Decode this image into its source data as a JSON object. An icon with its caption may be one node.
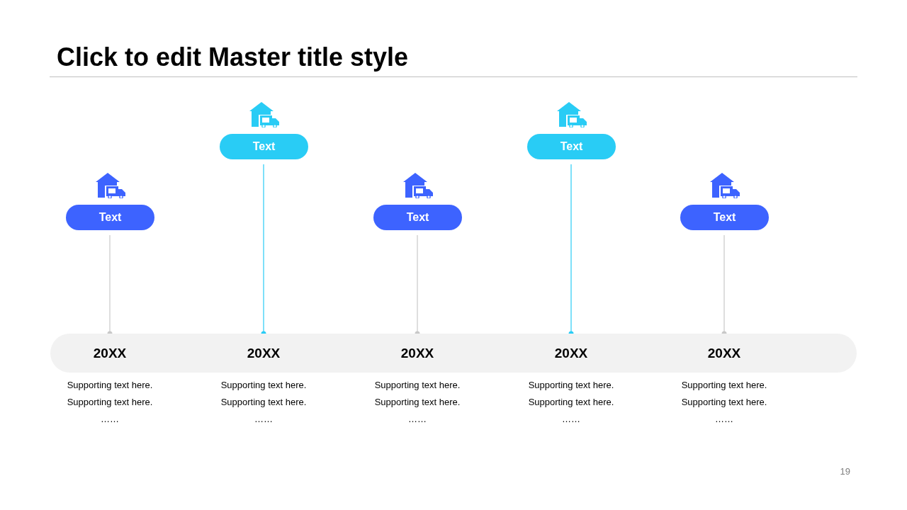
{
  "diagram": {
    "title": "Click to edit Master title style",
    "nodes": [
      {
        "text": [],
        "shape": "bar"
      },
      {
        "text": [
          "20XX"
        ],
        "in": 0,
        "beside": [
          "Supporting text here.",
          "Supporting text here.",
          "……"
        ]
      },
      {
        "text": [
          "20XX"
        ],
        "in": 0,
        "beside": [
          "Supporting text here.",
          "Supporting text here.",
          "……"
        ]
      },
      {
        "text": [
          "20XX"
        ],
        "in": 0,
        "beside": [
          "Supporting text here.",
          "Supporting text here.",
          "……"
        ]
      },
      {
        "text": [
          "20XX"
        ],
        "in": 0,
        "beside": [
          "Supporting text here.",
          "Supporting text here.",
          "……"
        ]
      },
      {
        "text": [
          "20XX"
        ],
        "in": 0,
        "beside": [
          "Supporting text here.",
          "Supporting text here.",
          "……"
        ]
      },
      {
        "text": [
          "Text"
        ]
      },
      {
        "text": [
          "Text"
        ]
      },
      {
        "text": [
          "Text"
        ]
      },
      {
        "text": [
          "Text"
        ]
      },
      {
        "text": [
          "Text"
        ]
      }
    ],
    "edges": [
      {
        "from": 6,
        "to": 1,
        "arrow": "other"
      },
      {
        "from": 7,
        "to": 2,
        "arrow": "other",
        "color": "#29ccf5"
      },
      {
        "from": 8,
        "to": 3,
        "arrow": "other"
      },
      {
        "from": 9,
        "to": 4,
        "arrow": "other",
        "color": "#29ccf5"
      },
      {
        "from": 10,
        "to": 5,
        "arrow": "other"
      }
    ],
    "labels": [
      "19"
    ]
  }
}
